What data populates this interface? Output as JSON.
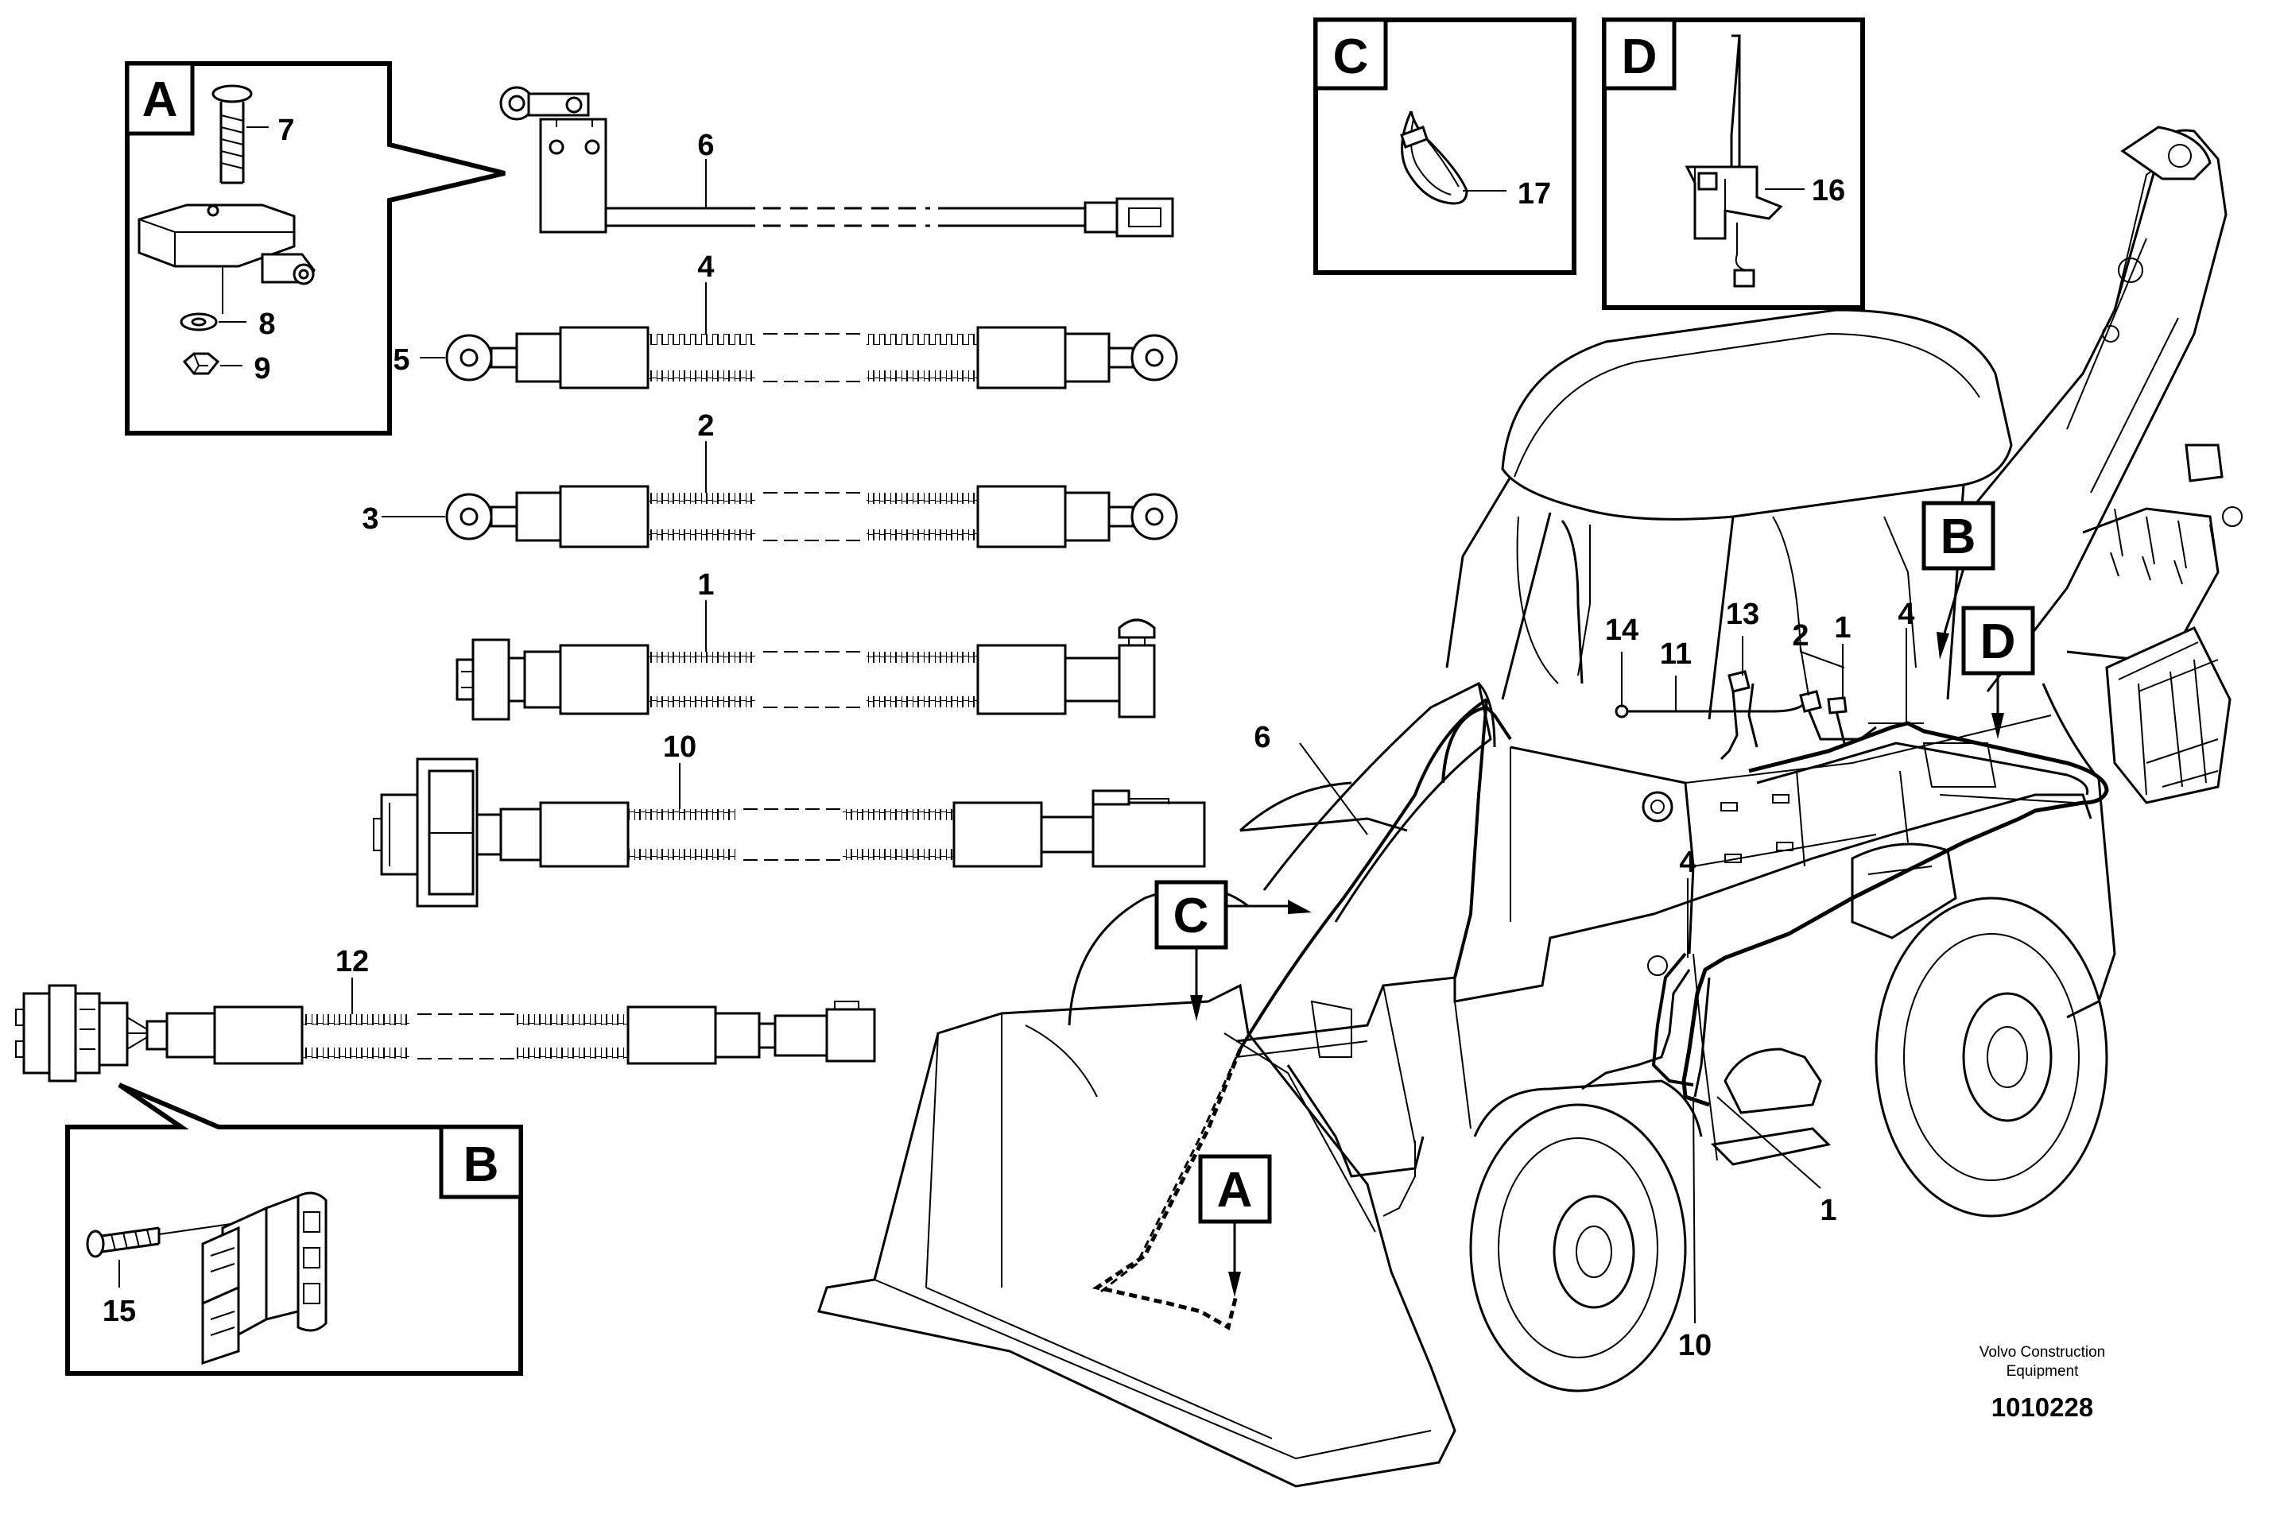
{
  "figure": {
    "credit_line1": "Volvo Construction",
    "credit_line2": "Equipment",
    "doc_number": "1010228"
  },
  "detail_boxes": {
    "A": "A",
    "B": "B",
    "C": "C",
    "D": "D"
  },
  "callouts": {
    "A": "A",
    "B": "B",
    "C": "C",
    "D": "D"
  },
  "part_labels": {
    "p1": "1",
    "p2": "2",
    "p3": "3",
    "p4": "4",
    "p5": "5",
    "p6": "6",
    "p7": "7",
    "p8": "8",
    "p9": "9",
    "p10": "10",
    "p11": "11",
    "p12": "12",
    "p13": "13",
    "p14": "14",
    "p15": "15",
    "p16": "16",
    "p17": "17"
  },
  "machine_labels": {
    "m1a": "1",
    "m1b": "1",
    "m2": "2",
    "m4a": "4",
    "m4b": "4",
    "m6": "6",
    "m10": "10",
    "m11": "11",
    "m13": "13",
    "m14": "14"
  }
}
